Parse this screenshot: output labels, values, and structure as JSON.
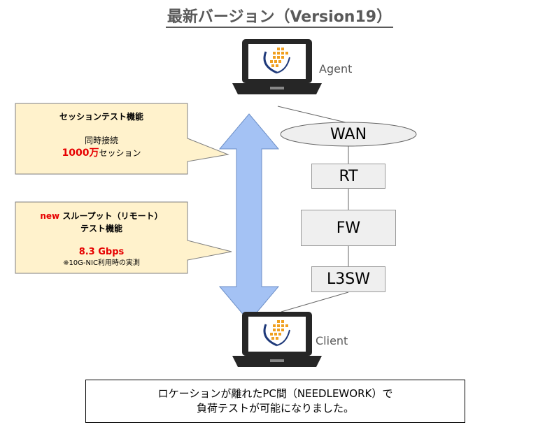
{
  "title": "最新バージョン（Version19）",
  "devices": {
    "agent_label": "Agent",
    "client_label": "Client"
  },
  "network": {
    "wan": "WAN",
    "rt": "RT",
    "fw": "FW",
    "l3sw": "L3SW"
  },
  "session_callout": {
    "heading": "セッションテスト機能",
    "line1": "同時接続",
    "value": "1000万",
    "value_suffix": "セッション"
  },
  "throughput_callout": {
    "prefix": "new",
    "heading_line1": " スループット（リモート）",
    "heading_line2": "テスト機能",
    "value": "8.3 Gbps",
    "note": "※10G-NIC利用時の実測"
  },
  "message": {
    "line1": "ロケーションが離れたPC間（NEEDLEWORK）で",
    "line2": "負荷テストが可能になりました。"
  },
  "colors": {
    "callout_fill": "#fff2cc",
    "arrow_fill": "#a4c2f4",
    "accent_red": "#e60000",
    "box_fill": "#efefef"
  }
}
